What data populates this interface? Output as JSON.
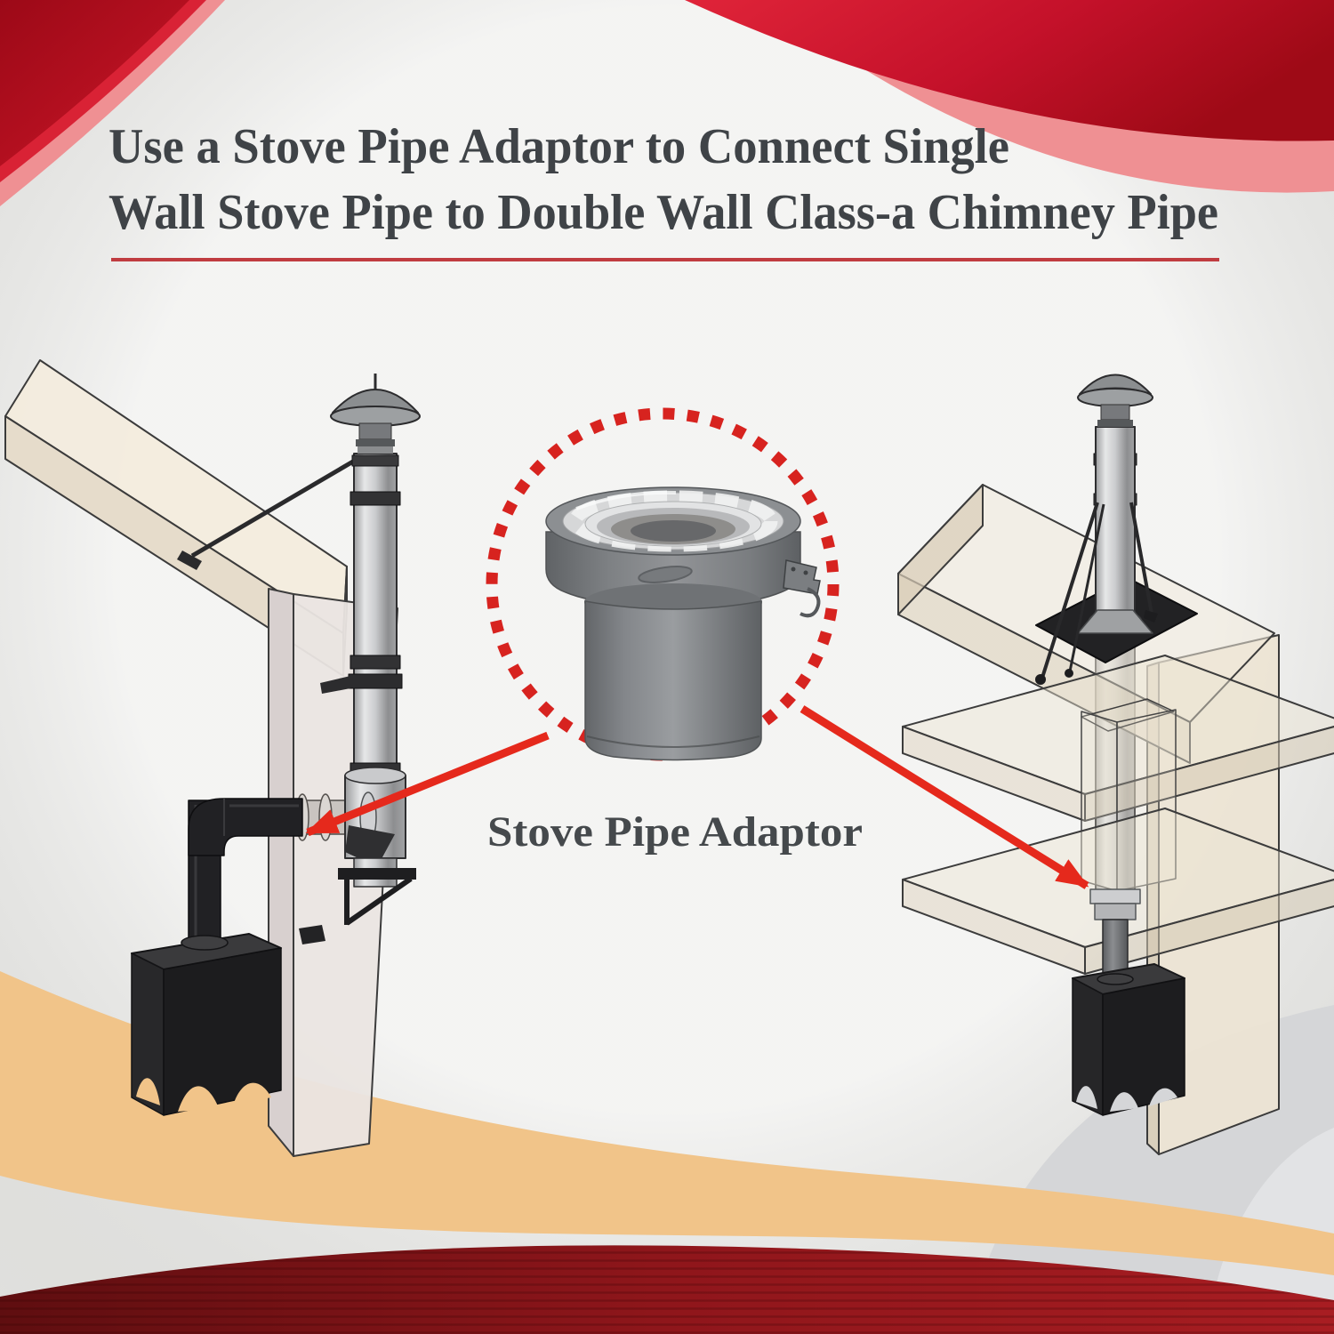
{
  "page": {
    "background": "#eeeeec"
  },
  "header": {
    "title_line1": "Use a Stove Pipe Adaptor to Connect Single",
    "title_line2": "Wall Stove Pipe to Double Wall Class-a Chimney Pipe",
    "title_color": "#3f4347",
    "divider_color": "#c03c40"
  },
  "callout": {
    "label": "Stove Pipe Adaptor",
    "label_color": "#45494c",
    "dotted_circle_color": "#d7231f",
    "arrow_color": "#e5291c"
  },
  "decor": {
    "corner_red_dark": "#a50a1b",
    "corner_red_bright": "#d92235",
    "corner_pink": "#ef9093",
    "bottom_orange": "#f1c489",
    "bottom_maroon_dark": "#5f0e10",
    "bottom_maroon_light": "#a81d22",
    "gray_arc": "#d5d6d8"
  }
}
